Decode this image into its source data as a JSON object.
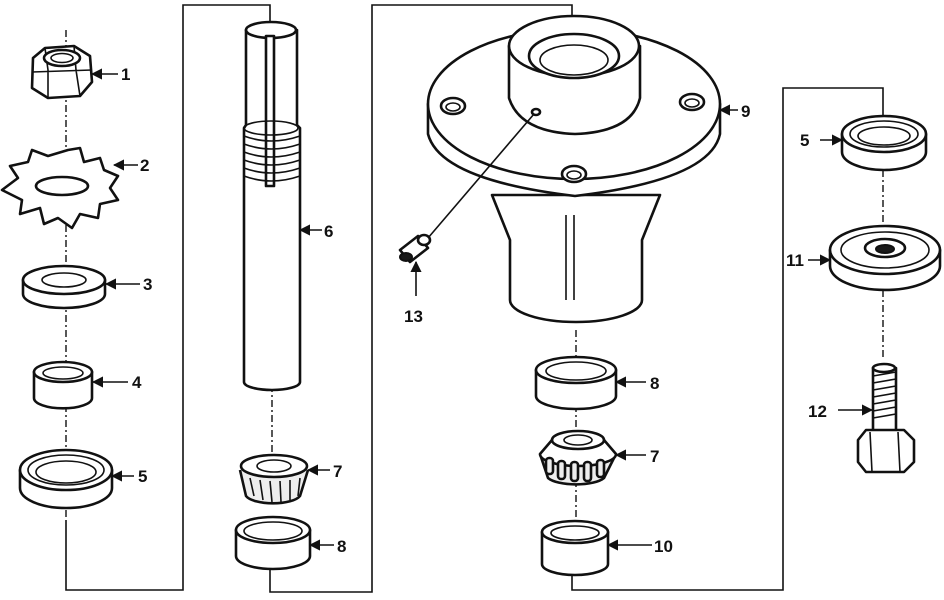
{
  "callouts": {
    "nut": "1",
    "star_washer": "2",
    "flat_washer": "3",
    "left_bearing_cup": "4",
    "left_seal": "5",
    "spindle_shaft": "6",
    "shaft_cone_bearing": "7",
    "shaft_bearing_cup": "8",
    "spindle_housing": "9",
    "hub_cup_right": "8",
    "hub_cone_bearing": "7",
    "spacer": "10",
    "right_seal": "5",
    "pulley_hub": "11",
    "bolt": "12",
    "grease_fitting": "13"
  }
}
